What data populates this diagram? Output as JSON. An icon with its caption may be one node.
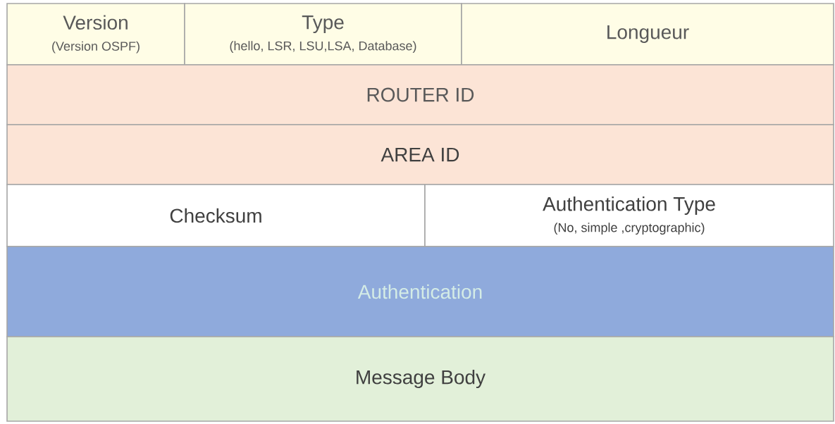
{
  "diagram": {
    "nodes": [
      {
        "text": [
          "Version",
          "(Version OSPF)"
        ]
      },
      {
        "text": [
          "Type",
          "(hello, LSR, LSU,LSA, Database)"
        ]
      },
      {
        "text": [
          "Longueur"
        ]
      },
      {
        "text": [
          "ROUTER ID"
        ]
      },
      {
        "text": [
          "AREA ID"
        ]
      },
      {
        "text": [
          "Checksum"
        ]
      },
      {
        "text": [
          "Authentication Type",
          "(No, simple ,cryptographic)"
        ]
      },
      {
        "text": [
          "Authentication"
        ]
      },
      {
        "text": [
          "Message Body"
        ]
      }
    ]
  }
}
